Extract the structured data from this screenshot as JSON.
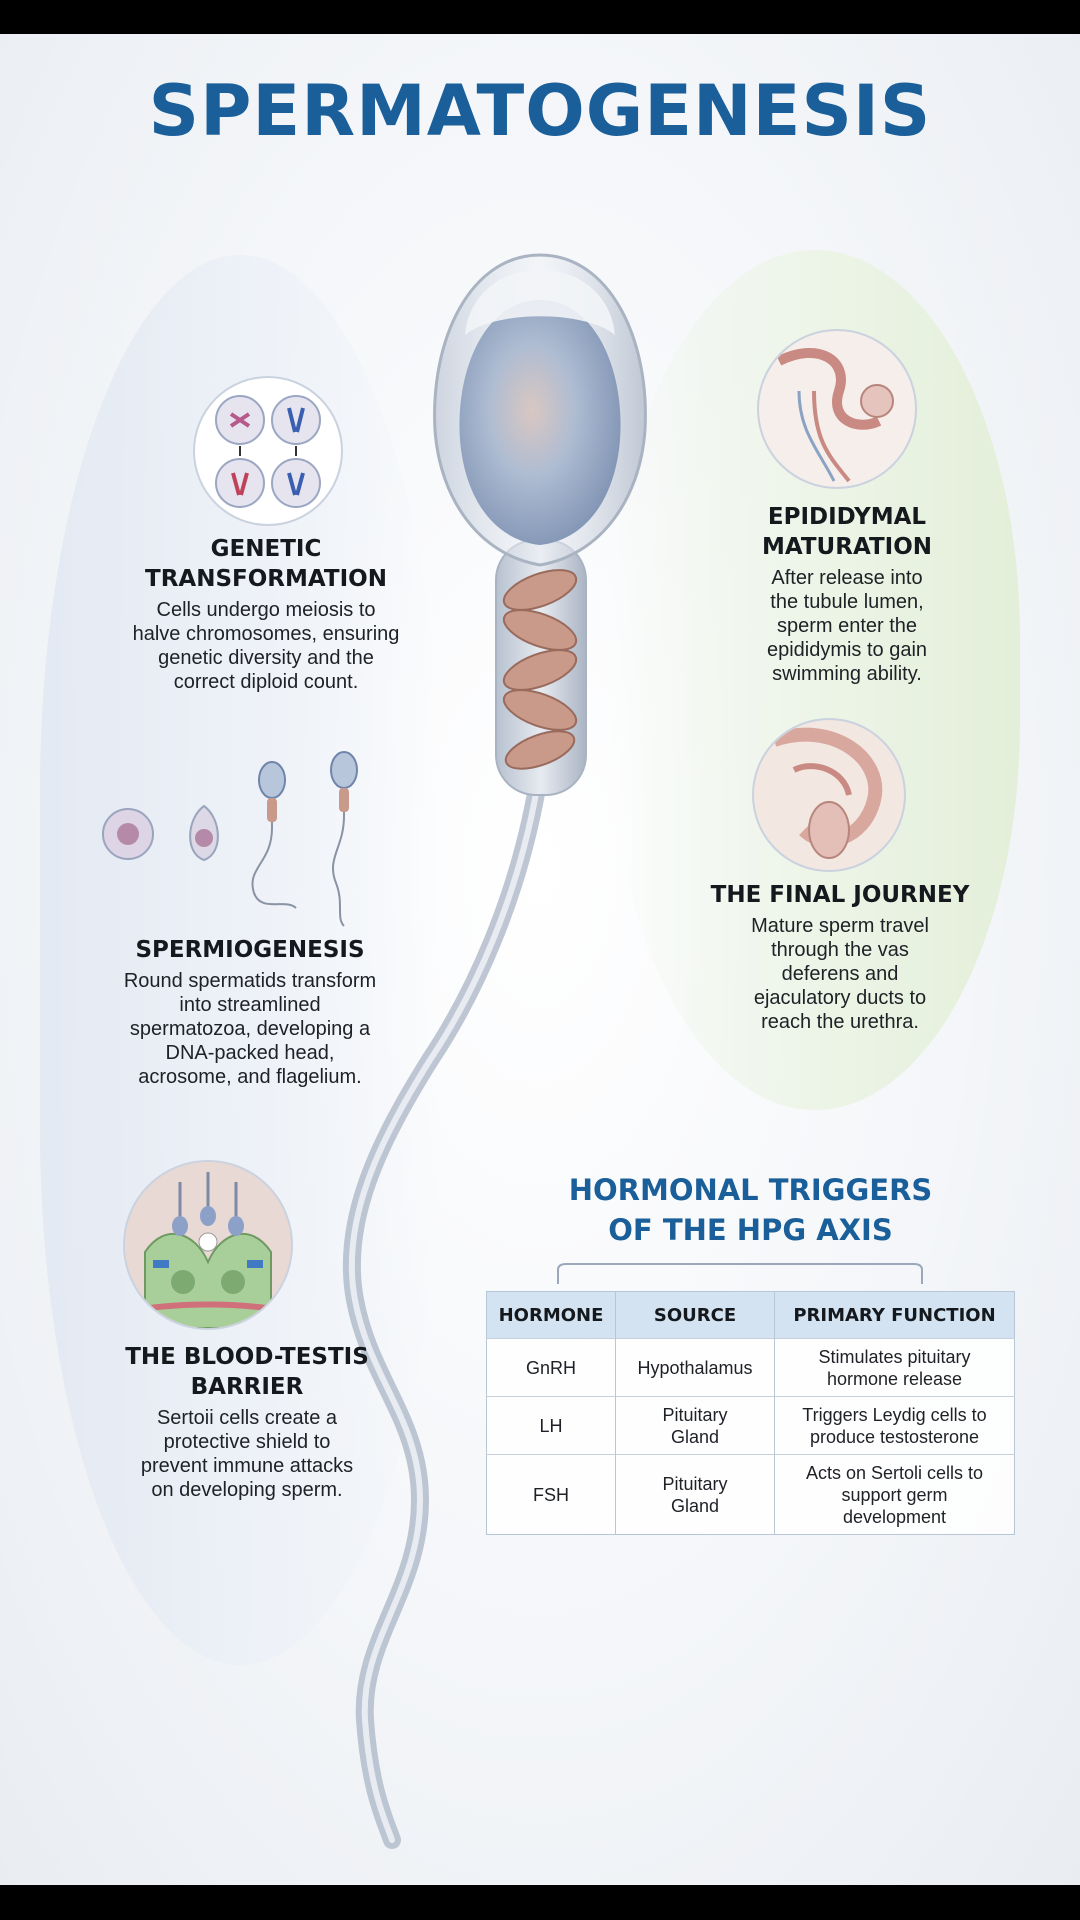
{
  "title": "SPERMATOGENESIS",
  "sections": {
    "genetic": {
      "title_l1": "GENETIC",
      "title_l2": "TRANSFORMATION",
      "text_l1": "Cells undergo meiosis to",
      "text_l2": "halve chromosomes, ensuring",
      "text_l3": "genetic diversity and the",
      "text_l4": "correct diploid count."
    },
    "spermiogenesis": {
      "title": "SPERMIOGENESIS",
      "text_l1": "Round spermatids transform",
      "text_l2": "into streamlined",
      "text_l3": "spermatozoa, developing a",
      "text_l4": "DNA-packed head,",
      "text_l5": "acrosome, and flagelium."
    },
    "barrier": {
      "title_l1": "THE BLOOD-TESTIS",
      "title_l2": "BARRIER",
      "text_l1": "Sertoii cells create a",
      "text_l2": "protective shield to",
      "text_l3": "prevent immune attacks",
      "text_l4": "on developing sperm."
    },
    "epididymal": {
      "title_l1": "EPIDIDYMAL",
      "title_l2": "MATURATION",
      "text_l1": "After release into",
      "text_l2": "the tubule lumen,",
      "text_l3": "sperm enter the",
      "text_l4": "epididymis to gain",
      "text_l5": "swimming ability."
    },
    "journey": {
      "title": "THE FINAL JOURNEY",
      "text_l1": "Mature sperm travel",
      "text_l2": "through the vas",
      "text_l3": "deferens and",
      "text_l4": "ejaculatory ducts to",
      "text_l5": "reach the urethra."
    }
  },
  "hormones": {
    "title_l1": "HORMONAL TRIGGERS",
    "title_l2": "OF THE HPG AXIS",
    "headers": [
      "HORMONE",
      "SOURCE",
      "PRIMARY FUNCTION"
    ],
    "rows": [
      {
        "hormone": "GnRH",
        "source_l1": "Hypothalamus",
        "source_l2": "",
        "function_l1": "Stimulates pituitary",
        "function_l2": "hormone release",
        "function_l3": ""
      },
      {
        "hormone": "LH",
        "source_l1": "Pituitary",
        "source_l2": "Gland",
        "function_l1": "Triggers Leydig cells to",
        "function_l2": "produce testosterone",
        "function_l3": ""
      },
      {
        "hormone": "FSH",
        "source_l1": "Pituitary",
        "source_l2": "Gland",
        "function_l1": "Acts on Sertoli cells to",
        "function_l2": "support germ",
        "function_l3": "development"
      }
    ]
  },
  "colors": {
    "title": "#1a5f99",
    "table_header": "#d3e3f1",
    "left_panel": "#e2e8f2",
    "right_panel": "#e3efd9"
  }
}
